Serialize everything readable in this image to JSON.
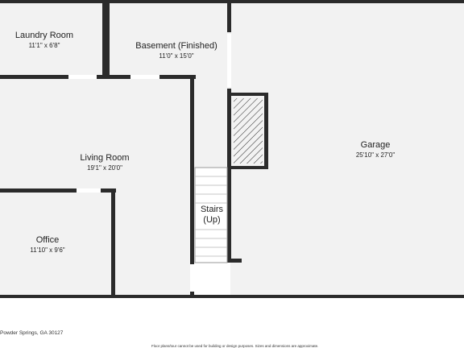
{
  "rooms": {
    "laundry": {
      "name": "Laundry Room",
      "dims": "11'1\" x 6'8\""
    },
    "basement": {
      "name": "Basement (Finished)",
      "dims": "11'0\" x 15'0\""
    },
    "living": {
      "name": "Living Room",
      "dims": "19'1\" x 20'0\""
    },
    "office": {
      "name": "Office",
      "dims": "11'10\" x 9'6\""
    },
    "garage": {
      "name": "Garage",
      "dims": "25'10\" x 27'0\""
    },
    "stairs": {
      "name": "Stairs",
      "note": "(Up)"
    }
  },
  "footer": {
    "address": "Powder Springs, GA 30127",
    "disclaimer": "Floor plans/tour cannot be used for building or design purposes. Sizes and dimensions are approximate."
  },
  "colors": {
    "wall": "#2b2b2b",
    "floor": "#f2f2f2",
    "opening": "#ffffff"
  }
}
